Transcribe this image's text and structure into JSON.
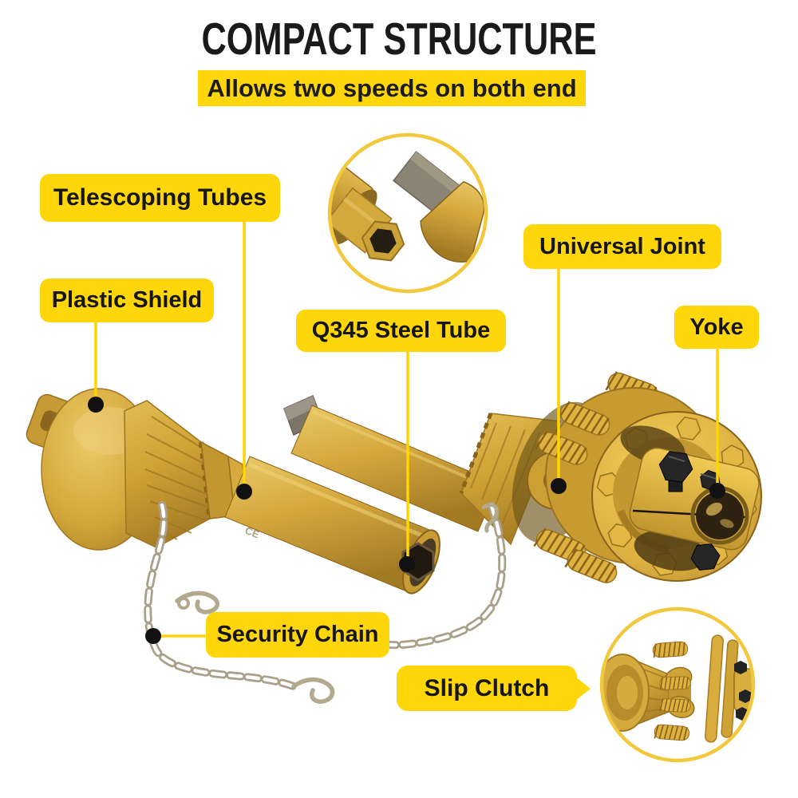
{
  "header": {
    "title": "COMPACT STRUCTURE",
    "subtitle": "Allows two speeds on both end"
  },
  "labels": [
    {
      "id": "telescoping-tubes",
      "text": "Telescoping Tubes"
    },
    {
      "id": "plastic-shield",
      "text": "Plastic Shield"
    },
    {
      "id": "q345-steel-tube",
      "text": "Q345 Steel Tube"
    },
    {
      "id": "universal-joint",
      "text": "Universal Joint"
    },
    {
      "id": "yoke",
      "text": "Yoke"
    },
    {
      "id": "security-chain",
      "text": "Security Chain"
    },
    {
      "id": "slip-clutch",
      "text": "Slip Clutch"
    }
  ],
  "markings": {
    "ce": "CE"
  },
  "colors": {
    "accent_yellow": "#ffd60a",
    "leader_line_yellow": "#ffd400",
    "title_black": "#1a1a1a",
    "product_gold": "#d6a93e",
    "chain_silver": "#c4bba2",
    "magnifier_ring": "#f2c83c"
  }
}
